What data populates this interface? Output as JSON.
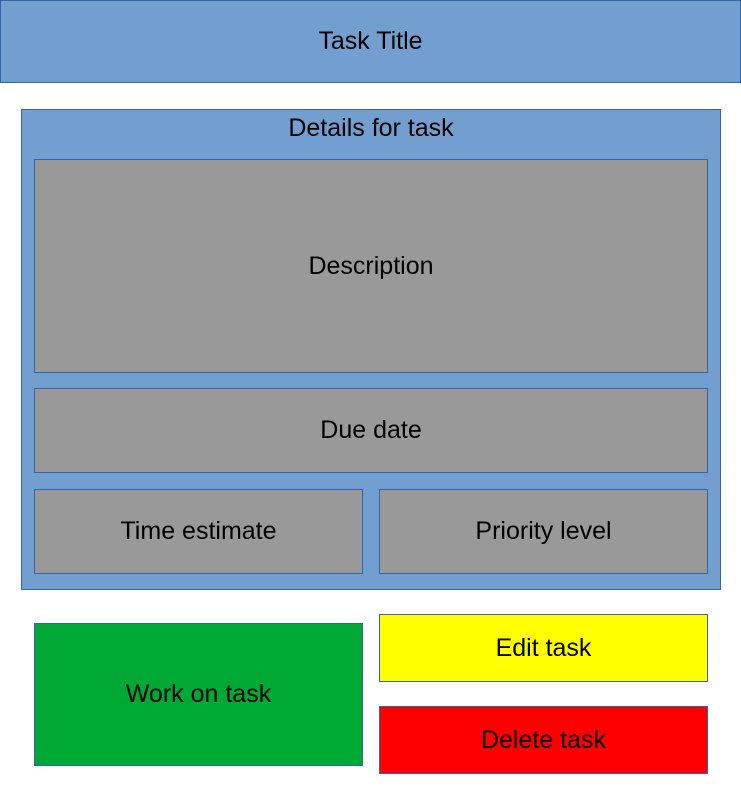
{
  "header": {
    "title": "Task Title"
  },
  "details": {
    "heading": "Details for task",
    "description_label": "Description",
    "due_date_label": "Due date",
    "time_estimate_label": "Time estimate",
    "priority_label": "Priority level"
  },
  "actions": {
    "work_label": "Work on task",
    "edit_label": "Edit task",
    "delete_label": "Delete task"
  },
  "colors": {
    "panel_blue": "#729fcf",
    "field_gray": "#999999",
    "work_green": "#00a933",
    "edit_yellow": "#ffff00",
    "delete_red": "#ff0000",
    "border_blue": "#3465a4"
  }
}
